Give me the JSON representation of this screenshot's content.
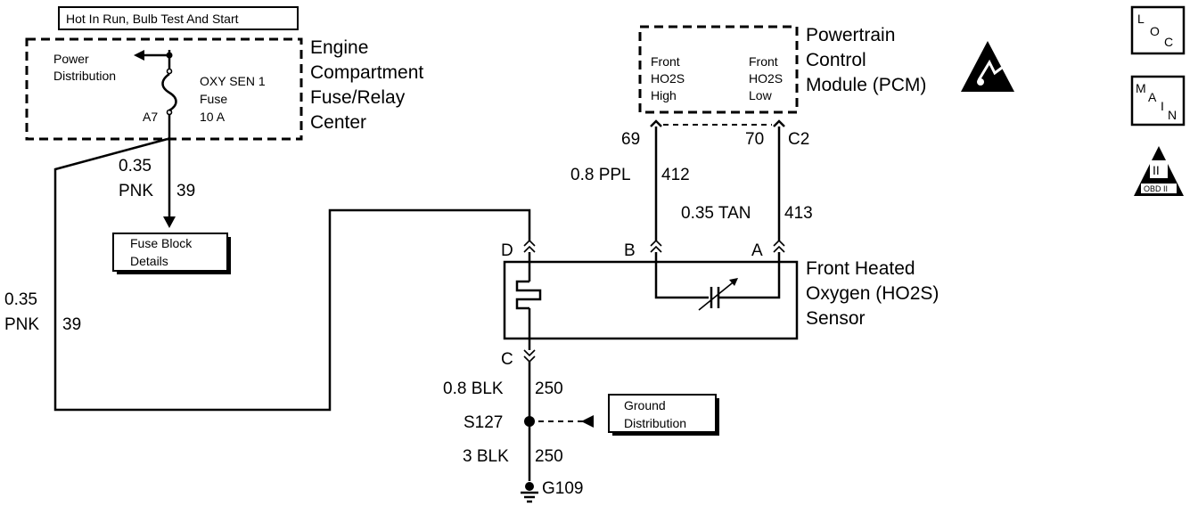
{
  "header_box": "Hot In Run, Bulb Test And Start",
  "fuse_center": {
    "title": [
      "Engine",
      "Compartment",
      "Fuse/Relay",
      "Center"
    ],
    "power_distribution": [
      "Power",
      "Distribution"
    ],
    "fuse_label": [
      "OXY SEN 1",
      "Fuse",
      "10 A"
    ],
    "terminal": "A7"
  },
  "wire_top": {
    "gauge": "0.35",
    "color": "PNK",
    "circuit": "39"
  },
  "wire_left": {
    "gauge": "0.35",
    "color": "PNK",
    "circuit": "39"
  },
  "fuse_block_box": [
    "Fuse Block",
    "Details"
  ],
  "pcm": {
    "title": [
      "Powertrain",
      "Control",
      "Module (PCM)"
    ],
    "left_label": [
      "Front",
      "HO2S",
      "High"
    ],
    "right_label": [
      "Front",
      "HO2S",
      "Low"
    ],
    "pin_left": "69",
    "pin_right": "70",
    "connector": "C2"
  },
  "wire_ppl": {
    "text": "0.8 PPL",
    "circuit": "412"
  },
  "wire_tan": {
    "text": "0.35 TAN",
    "circuit": "413"
  },
  "sensor": {
    "title": [
      "Front Heated",
      "Oxygen (HO2S)",
      "Sensor"
    ],
    "pin_d": "D",
    "pin_b": "B",
    "pin_a": "A",
    "pin_c": "C"
  },
  "wire_blk1": {
    "text": "0.8 BLK",
    "circuit": "250"
  },
  "splice": "S127",
  "ground_distribution_box": [
    "Ground",
    "Distribution"
  ],
  "wire_blk2": {
    "text": "3 BLK",
    "circuit": "250"
  },
  "ground": "G109",
  "nav_icons": {
    "loc": [
      "L",
      "O",
      "C"
    ],
    "main": [
      "M",
      "A",
      "I",
      "N"
    ],
    "obd": [
      "II",
      "OBD II"
    ]
  }
}
